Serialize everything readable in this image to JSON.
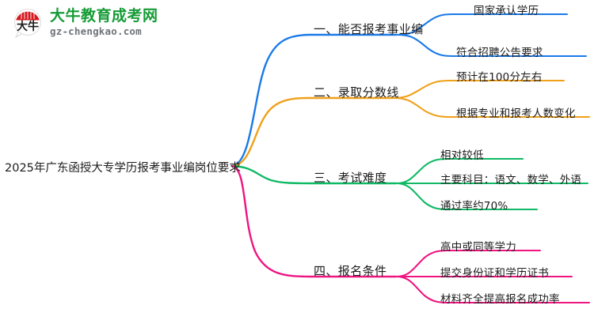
{
  "logo": {
    "mark_text": "大牛",
    "title": "大牛教育成考网",
    "subtitle": "gz-chengkao.com",
    "title_color": "#169b36",
    "mark_color": "#d6191f"
  },
  "mindmap": {
    "root": {
      "label": "2025年广东函授大专学历报考事业编岗位要求"
    },
    "branches": [
      {
        "label": "一、能否报考事业编",
        "color": "#1a7ae8",
        "children": [
          {
            "label": "国家承认学历"
          },
          {
            "label": "符合招聘公告要求"
          }
        ]
      },
      {
        "label": "二、录取分数线",
        "color": "#f0a019",
        "children": [
          {
            "label": "预计在100分左右"
          },
          {
            "label": "根据专业和报考人数变化"
          }
        ]
      },
      {
        "label": "三、考试难度",
        "color": "#0fb965",
        "children": [
          {
            "label": "相对较低"
          },
          {
            "label": "主要科目：语文、数学、外语"
          },
          {
            "label": "通过率约70%"
          }
        ]
      },
      {
        "label": "四、报名条件",
        "color": "#ef1480",
        "children": [
          {
            "label": "高中或同等学力"
          },
          {
            "label": "提交身份证和学历证书"
          },
          {
            "label": "材料齐全提高报名成功率"
          }
        ]
      }
    ]
  }
}
